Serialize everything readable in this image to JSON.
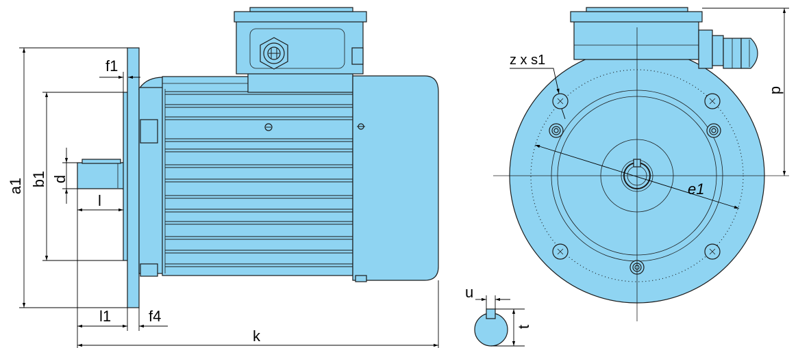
{
  "labels": {
    "f1": "f1",
    "a1": "a1",
    "b1": "b1",
    "d": "d",
    "l": "l",
    "l1": "l1",
    "f4": "f4",
    "k": "k",
    "zxs1": "z x s1",
    "p": "p",
    "e1": "e1",
    "u": "u",
    "t": "t"
  },
  "colors": {
    "body": "#8fd4f2",
    "stroke": "#1a1a1a",
    "background": "#ffffff"
  }
}
